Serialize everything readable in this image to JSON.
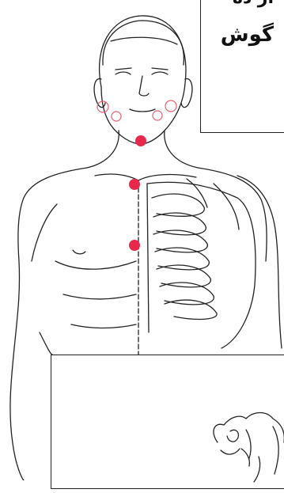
{
  "label_box": {
    "line1": "ار ده",
    "line2": "گوش"
  },
  "points": [
    {
      "name": "chin-point"
    },
    {
      "name": "throat-point"
    },
    {
      "name": "sternum-point"
    }
  ],
  "face_points": [
    {
      "name": "left-jaw-circle-outer"
    },
    {
      "name": "left-jaw-circle-inner"
    },
    {
      "name": "right-jaw-circle-inner"
    },
    {
      "name": "right-jaw-circle-outer"
    }
  ],
  "colors": {
    "point": "#e8284a",
    "face_point_stroke": "#e8606e",
    "ink": "#222222"
  }
}
